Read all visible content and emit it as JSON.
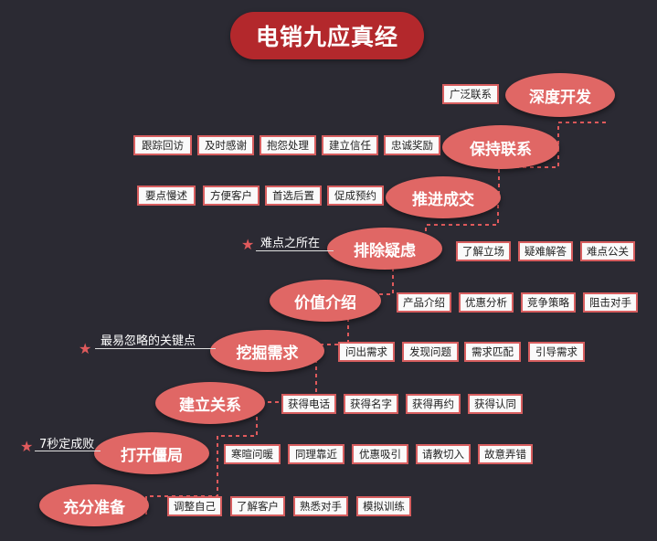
{
  "title": "电销九应真经",
  "steps": [
    {
      "label": "充分准备",
      "tags": [
        "调整自己",
        "了解客户",
        "熟悉对手",
        "模拟训练"
      ]
    },
    {
      "label": "打开僵局",
      "tags": [
        "寒暄问暖",
        "同理靠近",
        "优惠吸引",
        "请教切入",
        "故意弄错"
      ],
      "note": "7秒定成败"
    },
    {
      "label": "建立关系",
      "tags": [
        "获得电话",
        "获得名字",
        "获得再约",
        "获得认同"
      ]
    },
    {
      "label": "挖掘需求",
      "tags": [
        "问出需求",
        "发现问题",
        "需求匹配",
        "引导需求"
      ],
      "note": "最易忽略的关键点"
    },
    {
      "label": "价值介绍",
      "tags": [
        "产品介绍",
        "优惠分析",
        "竞争策略",
        "阻击对手"
      ]
    },
    {
      "label": "排除疑虑",
      "tags": [
        "了解立场",
        "疑难解答",
        "难点公关"
      ],
      "note": "难点之所在"
    },
    {
      "label": "推进成交",
      "tags": [
        "要点慢述",
        "方便客户",
        "首选后置",
        "促成预约"
      ]
    },
    {
      "label": "保持联系",
      "tags": [
        "跟踪回访",
        "及时感谢",
        "抱怨处理",
        "建立信任",
        "忠诚奖励"
      ]
    },
    {
      "label": "深度开发",
      "tags": [
        "广泛联系"
      ]
    }
  ]
}
